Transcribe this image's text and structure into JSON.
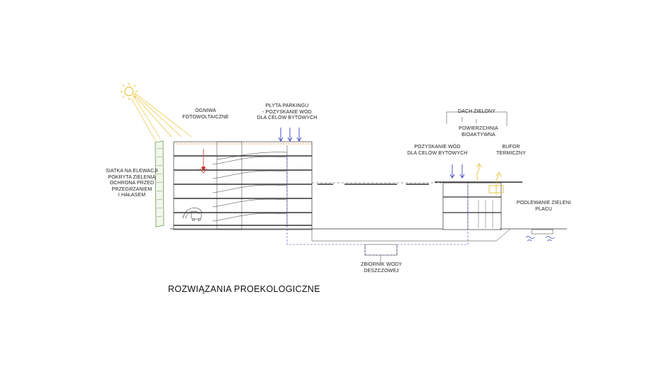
{
  "title": "ROZWIĄZANIA PROEKOLOGICZNE",
  "labels": {
    "facade_net": [
      "SIATKA NA ELEWACJI",
      "POKRYTA ZIELENIĄ",
      "OCHRONA PRZED",
      "PRZEGRZANIEM",
      "I HAŁASEM"
    ],
    "pv_cells": [
      "OGNIWA",
      "FOTOWOLTAICZNE"
    ],
    "parking_slab": [
      "PŁYTA PARKINGU",
      "- POZYSKANIE WÓD",
      "DLA CELÓW BYTOWYCH"
    ],
    "green_roof": [
      "DACH ZIELONY"
    ],
    "water_collection": [
      "POZYSKANIE WÓD",
      "DLA CELÓW BYTOWYCH"
    ],
    "bioactive_surface": [
      "POWIERZCHNIA",
      "BIOAKTYWNA"
    ],
    "thermal_buffer": [
      "BUFOR",
      "TERMICZNY"
    ],
    "square_irrigation": [
      "PODLEWANIE ZIELENI",
      "PLACU"
    ],
    "rain_tank": [
      "ZBIORNIK WODY",
      "DESZCZOWEJ"
    ]
  },
  "colors": {
    "line": "#333333",
    "sun": "#e8c23a",
    "water": "#3b3fc4",
    "warm_arrow": "#e8c23a",
    "green": "#6a9a4a",
    "heat": "#cc3333",
    "pv": "#e0a060"
  }
}
